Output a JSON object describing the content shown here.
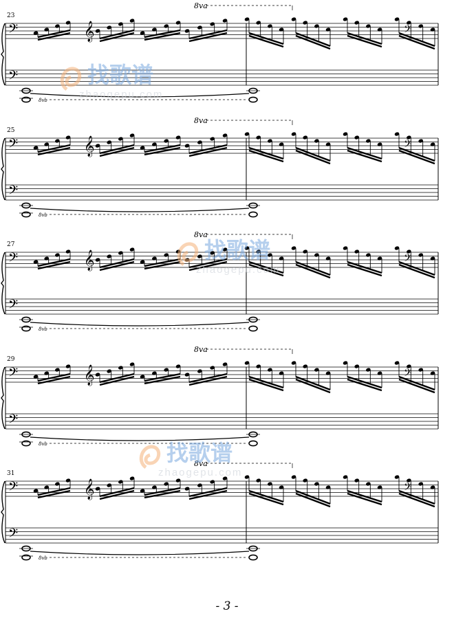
{
  "score": {
    "systems": [
      {
        "measure_number": "23",
        "ottava_label": "8va",
        "bass_ottava_label": "8vb"
      },
      {
        "measure_number": "25",
        "ottava_label": "8va",
        "bass_ottava_label": "8vb"
      },
      {
        "measure_number": "27",
        "ottava_label": "8va",
        "bass_ottava_label": "8vb"
      },
      {
        "measure_number": "29",
        "ottava_label": "8va",
        "bass_ottava_label": "8vb"
      },
      {
        "measure_number": "31",
        "ottava_label": "8va",
        "bass_ottava_label": "8vb"
      }
    ]
  },
  "watermark": {
    "logo_text": "找歌谱",
    "url_text": "zhaogepu.com"
  },
  "footer": {
    "page_number": "- 3 -"
  },
  "colors": {
    "ink": "#000000",
    "watermark_orange": "#f5b27a",
    "watermark_blue": "#7aa8e0"
  }
}
